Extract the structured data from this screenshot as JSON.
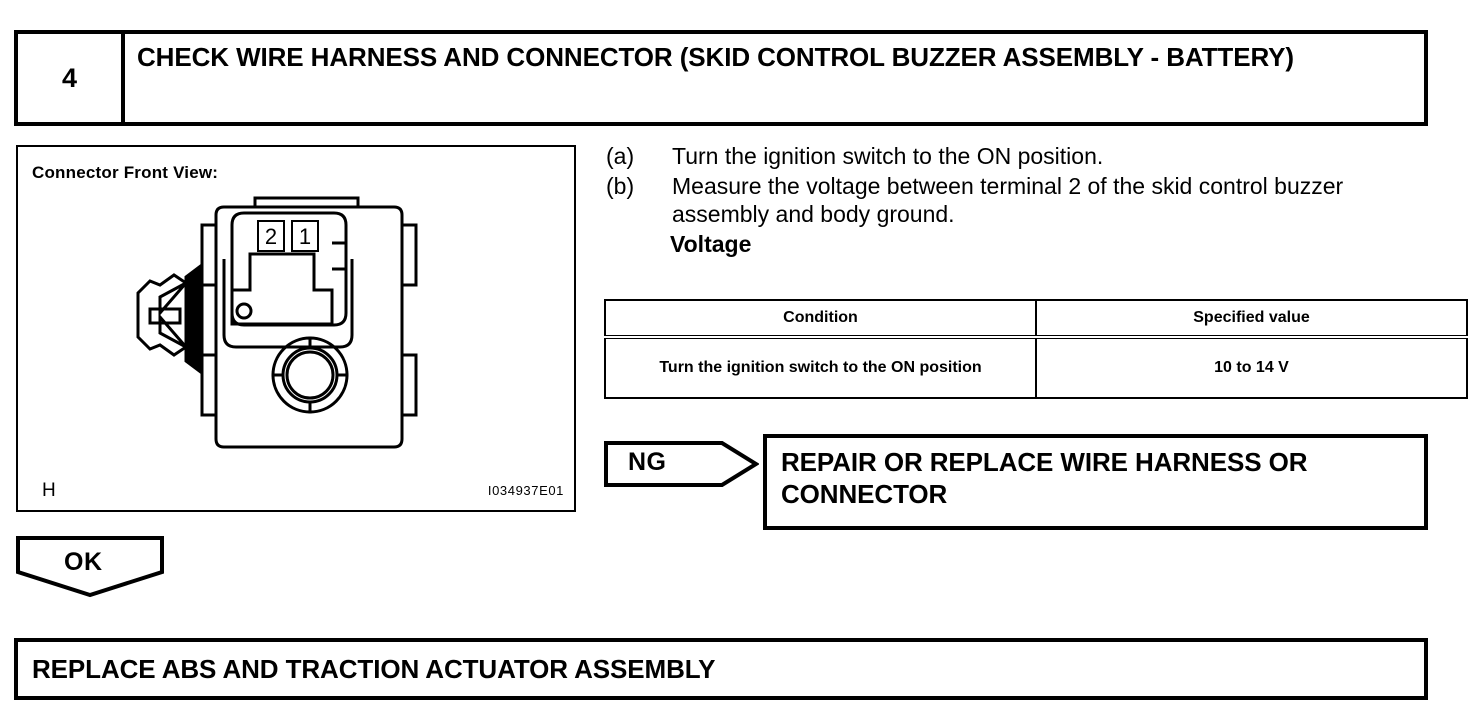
{
  "step": {
    "number": "4",
    "title": "CHECK WIRE HARNESS AND CONNECTOR (SKID CONTROL BUZZER ASSEMBLY - BATTERY)"
  },
  "diagram": {
    "caption": "Connector Front View:",
    "corner_letter": "H",
    "image_code": "I034937E01",
    "terminals": [
      {
        "label": "2"
      },
      {
        "label": "1"
      }
    ]
  },
  "procedure": {
    "items": [
      {
        "marker": "(a)",
        "text": "Turn the ignition switch to the ON position."
      },
      {
        "marker": "(b)",
        "text": "Measure the voltage between terminal 2 of the skid control buzzer assembly and body ground."
      }
    ],
    "measurement_label": "Voltage"
  },
  "spec_table": {
    "headers": [
      "Condition",
      "Specified value"
    ],
    "rows": [
      [
        "Turn the ignition switch to the ON position",
        "10 to 14 V"
      ]
    ]
  },
  "branches": {
    "ng": {
      "label": "NG",
      "result": "REPAIR OR REPLACE WIRE HARNESS OR CONNECTOR"
    },
    "ok": {
      "label": "OK",
      "result": "REPLACE ABS AND TRACTION ACTUATOR ASSEMBLY"
    }
  },
  "colors": {
    "ink": "#000000",
    "paper": "#ffffff"
  }
}
